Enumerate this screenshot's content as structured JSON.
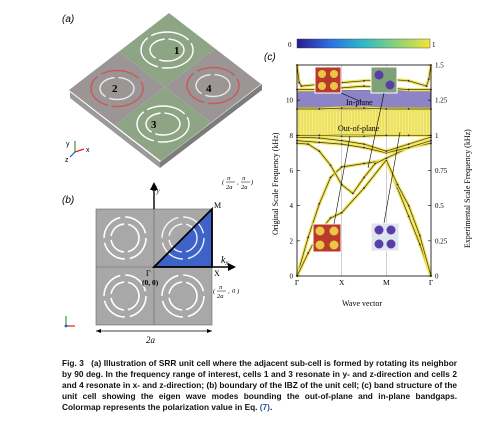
{
  "panels": {
    "a": {
      "label": "(a)",
      "cells": [
        "1",
        "2",
        "3",
        "4"
      ],
      "axes": [
        "y",
        "z",
        "x"
      ]
    },
    "b": {
      "label": "(b)",
      "ky": "k",
      "ky_sub": "y",
      "kx": "k",
      "kx_sub": "x",
      "M": "M",
      "X": "X",
      "Gamma": "Γ",
      "gamma_coord": "(0, 0)",
      "m_coord_n1": "π",
      "m_coord_d1": "2a",
      "m_coord_n2": "π",
      "m_coord_d2": "2a",
      "x_coord_n1": "π",
      "x_coord_d1": "2a",
      "x_coord_v2": "0",
      "width_label": "2a"
    },
    "c": {
      "label": "(c)",
      "colorbar_min": "0",
      "colorbar_max": "1",
      "band_inplane": "In-plane",
      "band_outplane": "Out-of-plane",
      "ylabel_left": "Original Scale Frequency (kHz)",
      "ylabel_right": "Experimental Scale Frequency (kHz)",
      "xlabel": "Wave vector",
      "xticks": [
        "Γ",
        "X",
        "M",
        "Γ"
      ],
      "yticks_left": [
        "0",
        "2",
        "4",
        "6",
        "8",
        "10"
      ],
      "yticks_right": [
        "0",
        "0.25",
        "0.5",
        "0.75",
        "1",
        "1.25",
        "1.5"
      ]
    }
  },
  "chart_data": {
    "type": "line",
    "title": "",
    "xlabel": "Wave vector",
    "ylabel": "Original Scale Frequency (kHz)",
    "ylabel_right": "Experimental Scale Frequency (kHz)",
    "x_categories": [
      "Γ",
      "X",
      "M",
      "Γ"
    ],
    "ylim": [
      0,
      12
    ],
    "ylim_right": [
      0,
      1.5
    ],
    "bandgaps": [
      {
        "name": "Out-of-plane",
        "range": [
          8.05,
          9.45
        ],
        "color": "#f7ee7a"
      },
      {
        "name": "In-plane",
        "range": [
          9.6,
          10.55
        ],
        "color": "#8c84c6"
      }
    ],
    "colorbar": {
      "range": [
        0,
        1
      ],
      "colors": [
        "#2b1b8f",
        "#2f6fe0",
        "#2fb8c9",
        "#8ad277",
        "#f4e23a"
      ]
    },
    "series": [
      {
        "points": [
          [
            0,
            0.0
          ],
          [
            0.25,
            2.2
          ],
          [
            0.5,
            4.1
          ],
          [
            0.75,
            5.6
          ],
          [
            1,
            6.2
          ],
          [
            1.5,
            6.4
          ],
          [
            2,
            6.6
          ],
          [
            2.25,
            5.0
          ],
          [
            2.5,
            3.4
          ],
          [
            2.75,
            1.8
          ],
          [
            3,
            0.0
          ]
        ]
      },
      {
        "points": [
          [
            0,
            0.0
          ],
          [
            0.25,
            1.3
          ],
          [
            0.5,
            2.5
          ],
          [
            0.75,
            3.3
          ],
          [
            1,
            3.6
          ],
          [
            1.5,
            5.0
          ],
          [
            2,
            6.6
          ],
          [
            2.25,
            5.2
          ],
          [
            2.5,
            4.0
          ],
          [
            2.75,
            2.3
          ],
          [
            3,
            0.0
          ]
        ]
      },
      {
        "points": [
          [
            0,
            7.55
          ],
          [
            0.25,
            7.5
          ],
          [
            0.5,
            7.1
          ],
          [
            0.75,
            6.3
          ],
          [
            1,
            5.2
          ],
          [
            1.25,
            4.7
          ],
          [
            1.5,
            5.6
          ],
          [
            1.75,
            6.4
          ],
          [
            2,
            6.7
          ],
          [
            2.5,
            7.3
          ],
          [
            3,
            7.55
          ]
        ]
      },
      {
        "points": [
          [
            0,
            7.7
          ],
          [
            0.5,
            7.6
          ],
          [
            1,
            7.5
          ],
          [
            1.5,
            7.3
          ],
          [
            2,
            7.0
          ],
          [
            2.5,
            7.3
          ],
          [
            3,
            7.7
          ]
        ]
      },
      {
        "points": [
          [
            0,
            7.9
          ],
          [
            0.5,
            7.85
          ],
          [
            1,
            7.7
          ],
          [
            1.5,
            7.5
          ],
          [
            2,
            7.1
          ],
          [
            2.5,
            7.5
          ],
          [
            3,
            7.9
          ]
        ]
      },
      {
        "points": [
          [
            0,
            8.0
          ],
          [
            0.5,
            8.0
          ],
          [
            1,
            7.95
          ],
          [
            1.5,
            7.95
          ],
          [
            2,
            8.0
          ],
          [
            2.5,
            8.0
          ],
          [
            3,
            8.0
          ]
        ]
      },
      {
        "points": [
          [
            0,
            9.5
          ],
          [
            0.5,
            9.5
          ],
          [
            1,
            9.55
          ],
          [
            1.5,
            9.55
          ],
          [
            2,
            9.5
          ],
          [
            2.5,
            9.5
          ],
          [
            3,
            9.5
          ]
        ]
      },
      {
        "points": [
          [
            0,
            10.6
          ],
          [
            0.5,
            10.6
          ],
          [
            1,
            10.7
          ],
          [
            1.5,
            10.8
          ],
          [
            2,
            10.7
          ],
          [
            2.5,
            10.6
          ],
          [
            3,
            10.6
          ]
        ]
      },
      {
        "points": [
          [
            0,
            12.0
          ],
          [
            0.05,
            11.0
          ],
          [
            0.1,
            10.8
          ],
          [
            0.5,
            10.9
          ],
          [
            1,
            11.0
          ],
          [
            1.5,
            11.1
          ],
          [
            2,
            11.2
          ],
          [
            2.5,
            11.1
          ],
          [
            2.9,
            10.8
          ],
          [
            2.95,
            11.2
          ],
          [
            3,
            12.0
          ]
        ]
      }
    ]
  },
  "caption": {
    "fig_label": "Fig. 3",
    "text": "(a) Illustration of SRR unit cell where the adjacent sub-cell is formed by rotating its neighbor by 90 deg. In the frequency range of interest, cells 1 and 3 resonate in y- and z-direction and cells 2 and 4 resonate in x- and z-direction; (b) boundary of the IBZ of the unit cell; (c) band structure of the unit cell showing the eigen wave modes bounding the out-of-plane and in-plane bandgaps. Colormap represents the polarization value in Eq.",
    "ref": "(7)",
    "tail": "."
  }
}
